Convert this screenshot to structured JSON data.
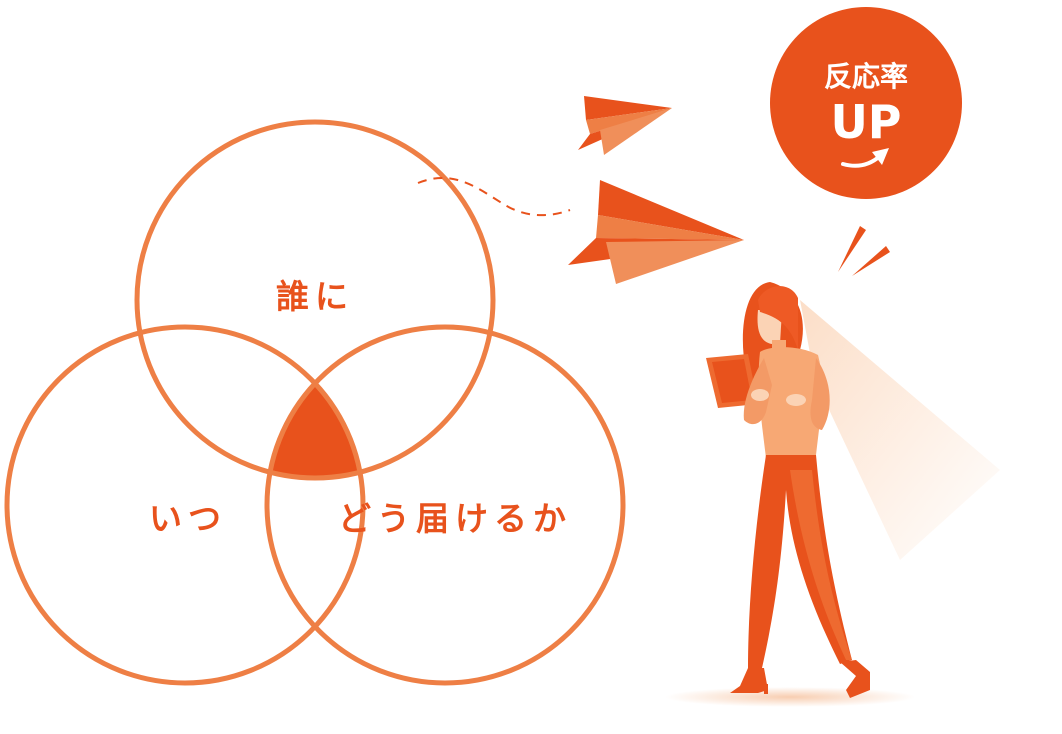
{
  "colors": {
    "ring": "#ee7f45",
    "accent": "#e8521c",
    "skin": "#f7a874",
    "light": "#fbd3b5"
  },
  "venn": {
    "top_label": "誰に",
    "left_label": "いつ",
    "right_label": "どう届けるか"
  },
  "badge": {
    "line1": "反応率",
    "line2": "UP"
  },
  "icons": {
    "plane_small": "paper-plane-icon",
    "plane_large": "paper-plane-icon",
    "arrow": "curved-arrow-icon",
    "sparkle": "emphasis-lines-icon"
  }
}
